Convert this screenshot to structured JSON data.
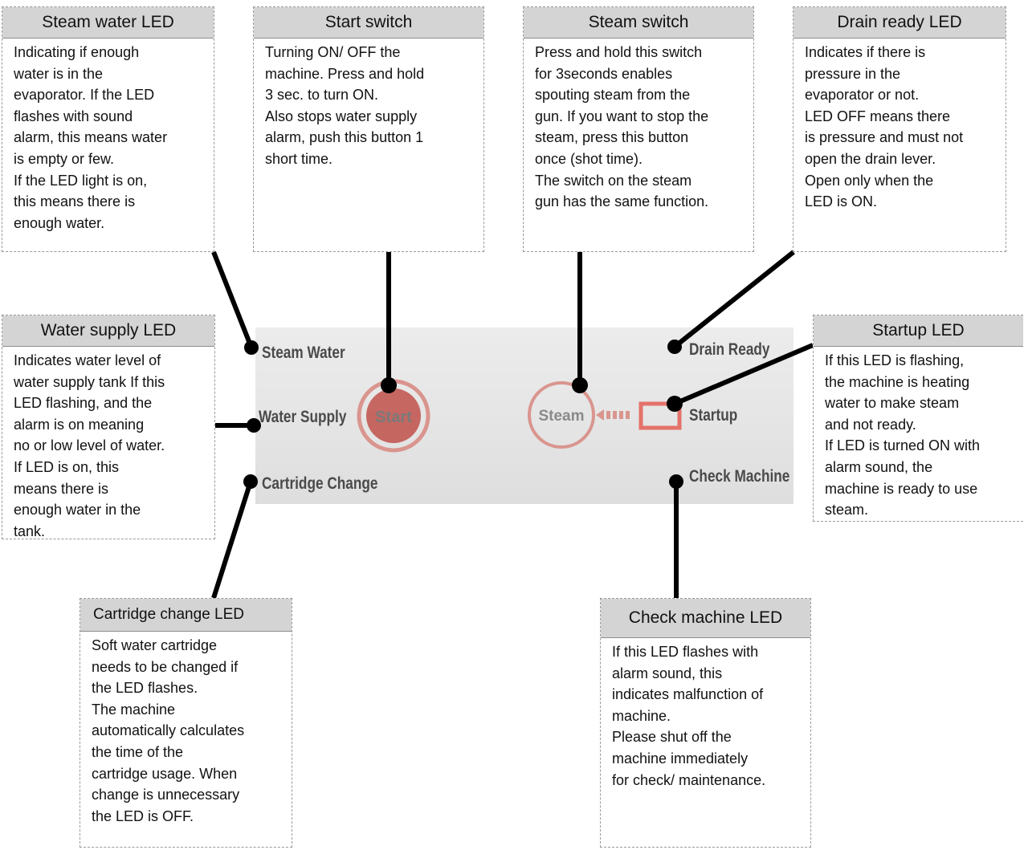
{
  "panel": {
    "labels": {
      "steam_water": "Steam Water",
      "water_supply": "Water Supply",
      "cartridge_change": "Cartridge Change",
      "drain_ready": "Drain Ready",
      "startup": "Startup",
      "check_machine": "Check Machine"
    },
    "buttons": {
      "start": "Start",
      "steam": "Steam"
    }
  },
  "callouts": {
    "steam_water_led": {
      "title": "Steam water LED",
      "text": "Indicating if enough\nwater is in the\nevaporator. If the LED\nflashes with sound\nalarm, this means water\nis empty or few.\nIf the LED light is on,\nthis means there is\nenough water."
    },
    "start_switch": {
      "title": "Start switch",
      "text": "Turning ON/ OFF the\nmachine. Press and hold\n3 sec. to turn ON.\nAlso stops water supply\nalarm, push this button 1\nshort time."
    },
    "steam_switch": {
      "title": "Steam switch",
      "text": "Press and hold this switch\nfor 3seconds enables\nspouting steam from the\ngun. If you want to stop the\nsteam, press this button\nonce (shot time).\nThe switch on the steam\ngun has the same function."
    },
    "drain_ready_led": {
      "title": "Drain ready LED",
      "text": "Indicates if there is\npressure in the\nevaporator or not.\nLED OFF means there\nis pressure and must not\nopen the drain lever.\nOpen only when the\nLED is ON."
    },
    "water_supply_led": {
      "title": "Water supply LED",
      "text": "Indicates water level of\nwater supply tank If this\nLED flashing, and the\nalarm is on meaning\nno or low level of water.\nIf LED is on, this\nmeans there is\nenough water in the\ntank."
    },
    "startup_led": {
      "title": "Startup LED",
      "text": "If this LED is flashing,\nthe machine is heating\nwater to make steam\nand not ready.\nIf LED is turned ON with\nalarm sound, the\nmachine is ready to use\nsteam."
    },
    "cartridge_change_led": {
      "title": "Cartridge change LED",
      "text": "Soft water cartridge\nneeds to be changed if\nthe LED flashes.\nThe machine\nautomatically calculates\nthe time of the\ncartridge usage. When\nchange is unnecessary\nthe LED is OFF."
    },
    "check_machine_led": {
      "title": "Check machine LED",
      "text": "If this LED flashes with\nalarm sound, this\nindicates malfunction of\nmachine.\nPlease shut off the\nmachine immediately\nfor check/ maintenance."
    }
  },
  "colors": {
    "title_bg": "#d4d4d4",
    "panel_bg": "#e6e6e6",
    "start_button_fill": "#c0504a",
    "start_ring": "#d9958e",
    "steam_ring": "#d9958e",
    "startup_indicator": "#e4726a",
    "leader_line": "#000000"
  }
}
